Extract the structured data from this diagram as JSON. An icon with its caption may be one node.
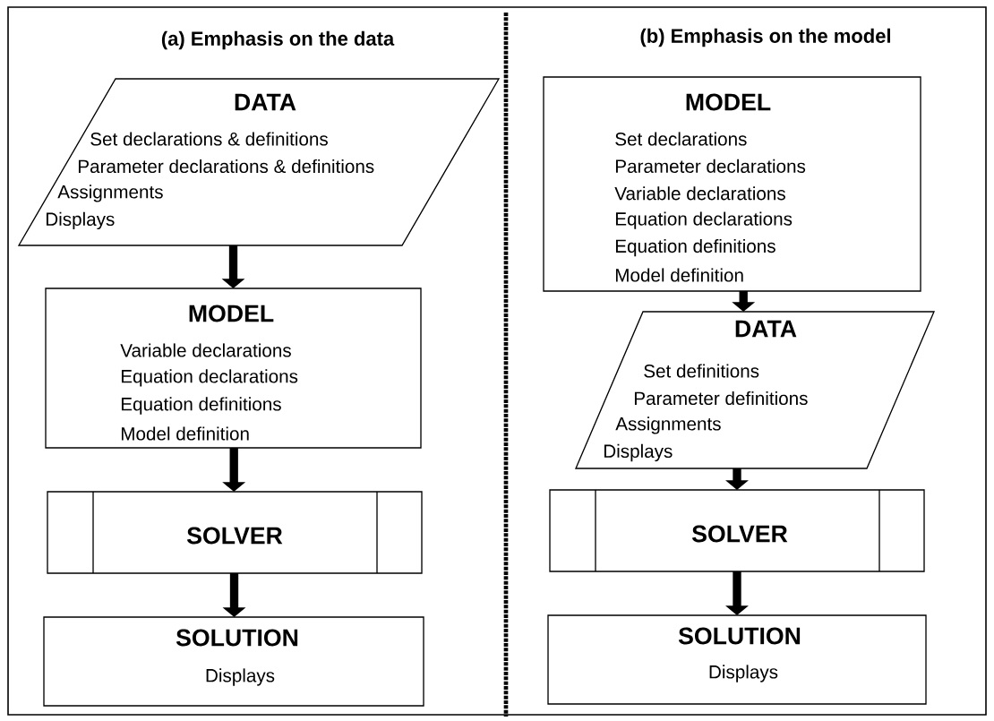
{
  "diagram": {
    "nodes": [
      {
        "text": [
          "DATA",
          "Set declarations & definitions",
          "Parameter declarations & definitions",
          "Assignments",
          "Displays"
        ]
      },
      {
        "text": [
          "MODEL",
          "Variable declarations",
          "Equation declarations",
          "Equation definitions",
          "Model definition"
        ]
      },
      {
        "text": [
          "SOLVER"
        ]
      },
      {
        "text": [
          "SOLUTION",
          "Displays"
        ]
      },
      {
        "text": [
          "MODEL",
          "Set declarations",
          "Parameter declarations",
          "Variable declarations",
          "Equation declarations",
          "Equation definitions",
          "Model definition"
        ]
      },
      {
        "text": [
          "DATA",
          "Set definitions",
          "Parameter definitions",
          "Assignments",
          "Displays"
        ]
      },
      {
        "text": [
          "SOLVER"
        ]
      },
      {
        "text": [
          "SOLUTION",
          "Displays"
        ]
      }
    ],
    "edges": [
      {
        "from": 0,
        "to": 1,
        "arrow": "to"
      },
      {
        "from": 1,
        "to": 2,
        "arrow": "to"
      },
      {
        "from": 2,
        "to": 3,
        "arrow": "to"
      },
      {
        "from": 4,
        "to": 5,
        "arrow": "to"
      },
      {
        "from": 5,
        "to": 6,
        "arrow": "to"
      },
      {
        "from": 6,
        "to": 7,
        "arrow": "to"
      }
    ],
    "labels": [
      "(a) Emphasis on the data",
      "(b) Emphasis on the model"
    ]
  }
}
